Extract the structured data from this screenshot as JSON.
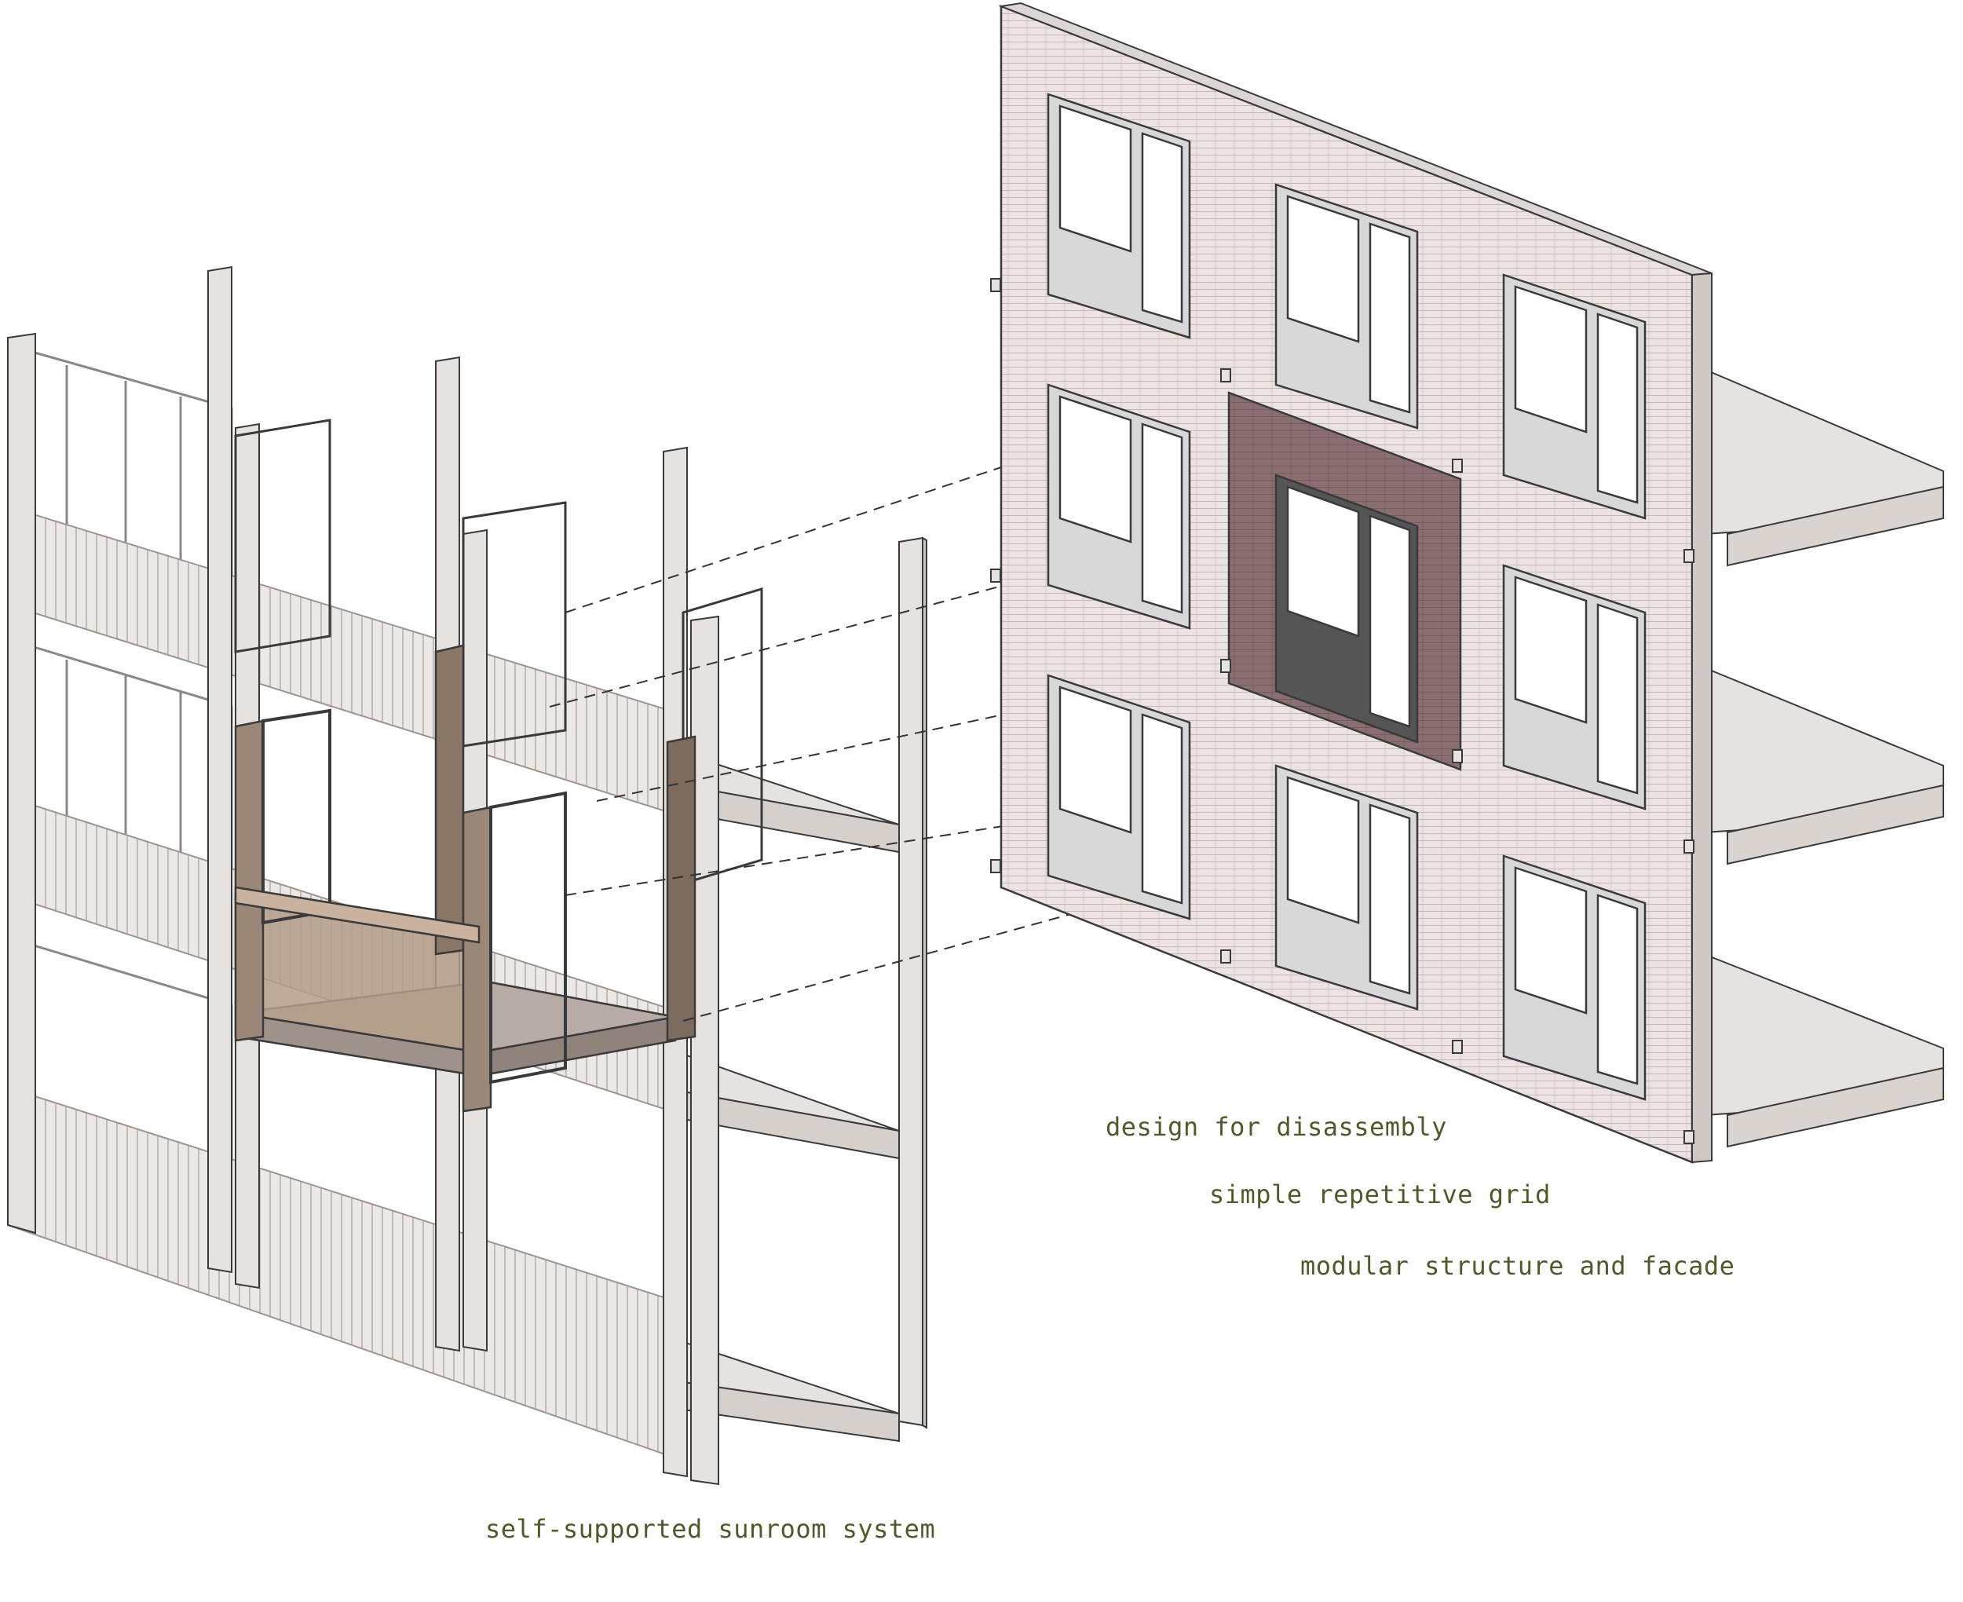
{
  "captions": {
    "sunroom": "self-supported sunroom system",
    "disassembly": "design for disassembly",
    "grid": "simple repetitive grid",
    "modular": "modular structure and facade"
  },
  "colors": {
    "structure": "#e6e2df",
    "structure_edge": "#b9b2ad",
    "line": "#3a3a3a",
    "sunroom_module": "#9a8777",
    "sunroom_module_dark": "#7d6b5d",
    "sunroom_floor": "#b7aca5",
    "facade_brick": "#ece4e2",
    "facade_highlight": "#8a6f71",
    "window_glass": "#ffffff",
    "window_panel": "#d6d6d6",
    "dark_window": "#555555",
    "caption_text": "#4d5a2a"
  }
}
